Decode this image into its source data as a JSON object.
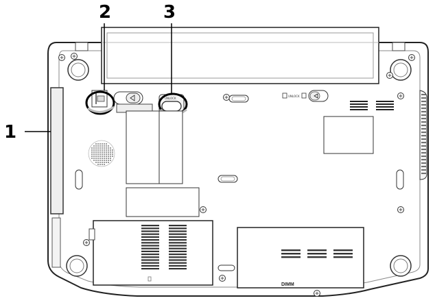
{
  "diagram": {
    "callouts": [
      {
        "label": "1",
        "target": "battery"
      },
      {
        "label": "2",
        "target": "battery-release-latch"
      },
      {
        "label": "3",
        "target": "battery-lock-switch"
      }
    ],
    "module_label": "DIMM",
    "lock_text": "UNLOCK"
  }
}
